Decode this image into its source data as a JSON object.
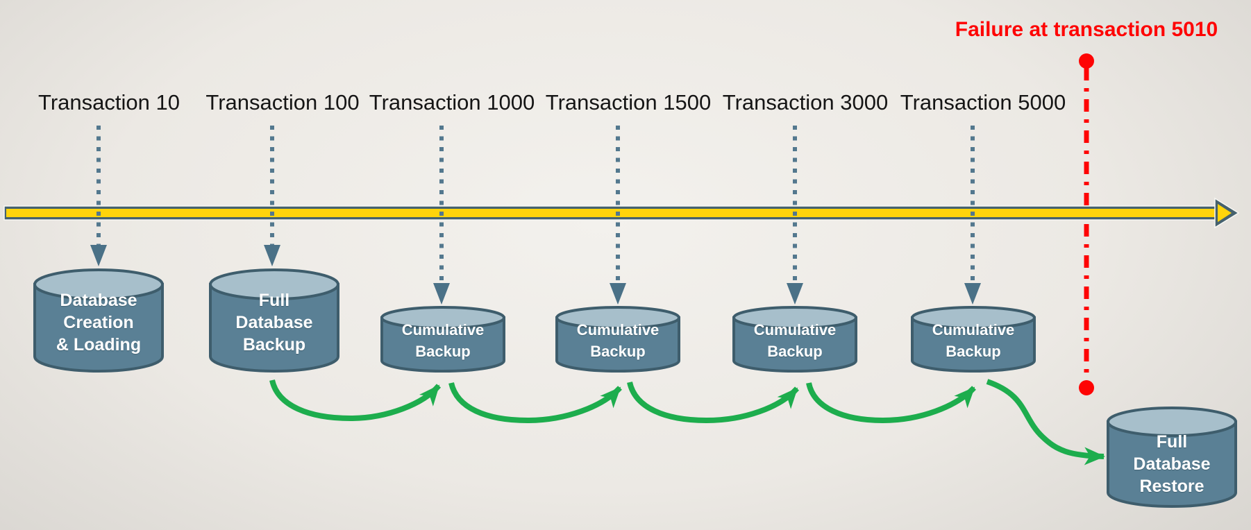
{
  "failure_annotation": {
    "text": "Failure at transaction 5010"
  },
  "timeline_labels": [
    "Transaction 10",
    "Transaction 100",
    "Transaction 1000",
    "Transaction 1500",
    "Transaction 3000",
    "Transaction 5000"
  ],
  "cylinders": [
    {
      "id": "database-creation",
      "lines": [
        "Database",
        "Creation",
        "& Loading"
      ]
    },
    {
      "id": "full-database-backup",
      "lines": [
        "Full",
        "Database",
        "Backup"
      ]
    },
    {
      "id": "cumulative-backup-1",
      "lines": [
        "Cumulative",
        "Backup"
      ]
    },
    {
      "id": "cumulative-backup-2",
      "lines": [
        "Cumulative",
        "Backup"
      ]
    },
    {
      "id": "cumulative-backup-3",
      "lines": [
        "Cumulative",
        "Backup"
      ]
    },
    {
      "id": "cumulative-backup-4",
      "lines": [
        "Cumulative",
        "Backup"
      ]
    },
    {
      "id": "full-database-restore",
      "lines": [
        "Full",
        "Database",
        "Restore"
      ]
    }
  ],
  "colors": {
    "timeline_yellow": "#ffd40b",
    "timeline_border": "#45616e",
    "cylinder_body": "#5a8095",
    "cylinder_top": "#a7bfcb",
    "cylinder_border": "#3e5d6c",
    "dotted_arrow": "#53788e",
    "dotted_arrow_head": "#4a7187",
    "green_arrow": "#1dad4d",
    "failure_red": "#fe0404",
    "label_text": "#151515",
    "background_center": "#f3f1ed",
    "background_edge": "#d7d4cf"
  }
}
